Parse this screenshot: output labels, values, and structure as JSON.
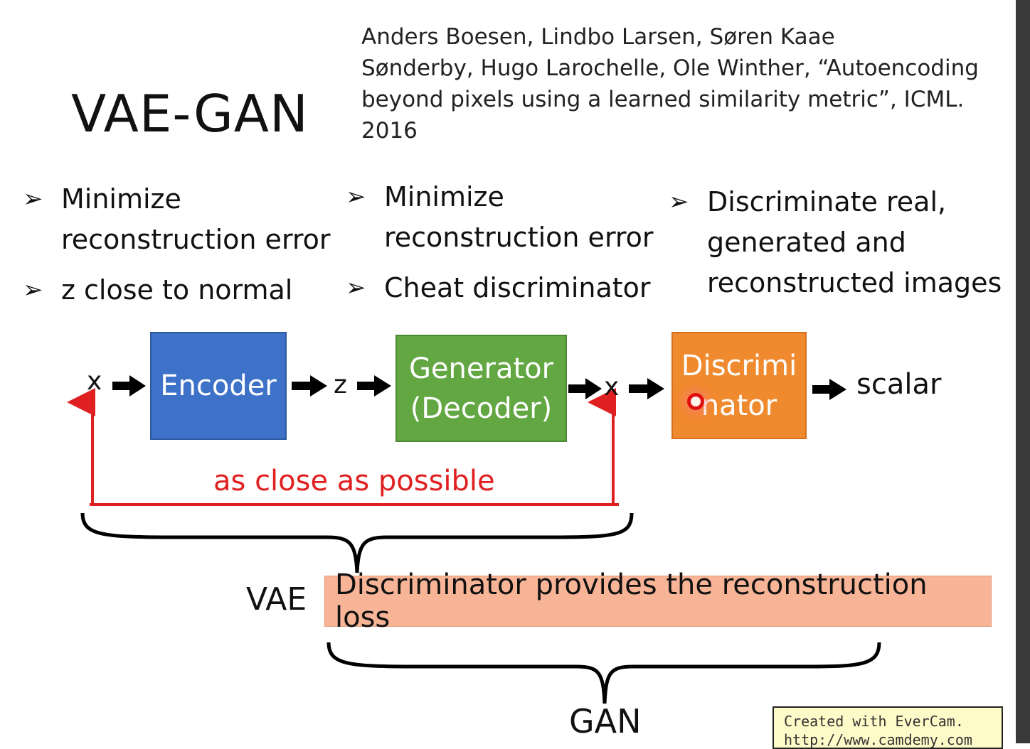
{
  "title": "VAE-GAN",
  "citation": {
    "line1": "Anders Boesen, Lindbo Larsen, Søren Kaae",
    "line2": "Sønderby, Hugo Larochelle, Ole Winther, “Autoencoding",
    "line3": "beyond pixels using a learned similarity metric”, ICML. 2016"
  },
  "bullets": {
    "col1": {
      "b1_line1": "Minimize",
      "b1_line2": "reconstruction error",
      "b2": "z close to normal"
    },
    "col2": {
      "b1_line1": "Minimize",
      "b1_line2": "reconstruction error",
      "b2": "Cheat discriminator"
    },
    "col3": {
      "b1_line1": "Discriminate real,",
      "b1_line2": "generated and",
      "b1_line3": "reconstructed images"
    },
    "marker": "➢"
  },
  "flow": {
    "x_in": "x",
    "encoder": "Encoder",
    "z": "z",
    "generator_line1": "Generator",
    "generator_line2": "(Decoder)",
    "x_out": "x",
    "discriminator_line1": "Discrimi",
    "discriminator_line2": "nator",
    "scalar": "scalar",
    "feedback_label": "as close as possible"
  },
  "groups": {
    "vae": "VAE",
    "gan": "GAN",
    "reconstruction_note": "Discriminator provides the reconstruction loss"
  },
  "watermark": {
    "line1": "Created with EverCam.",
    "line2": "http://www.camdemy.com"
  },
  "colors": {
    "encoder": "#3e72c8",
    "generator": "#63a743",
    "discriminator": "#f08a2e",
    "feedback": "#e02020",
    "note_bg": "#f8b496"
  }
}
